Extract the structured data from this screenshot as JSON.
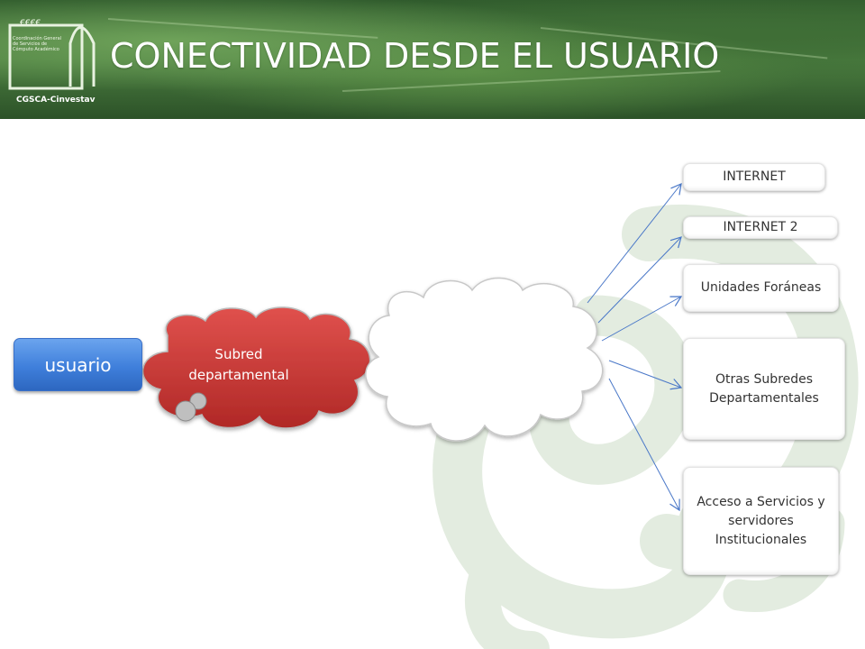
{
  "header": {
    "title": "CONECTIVIDAD DESDE EL USUARIO",
    "logo_text": "Coordinación General\nde Servicios de\nCómputo Académico",
    "logo_sub": "CGSCA-Cinvestav"
  },
  "diagram": {
    "source": "usuario",
    "subnet": "Subred departamental",
    "destinations": [
      "INTERNET",
      "INTERNET 2",
      "Unidades Foráneas",
      "Otras Subredes Departamentales",
      "Acceso a Servicios y servidores Institucionales"
    ]
  },
  "colors": {
    "header_green": "#3f6e36",
    "usuario_blue": "#3f7fdb",
    "subnet_red": "#c0302e",
    "arrow_blue": "#4a78c8",
    "watermark_green": "#dfeadc"
  }
}
